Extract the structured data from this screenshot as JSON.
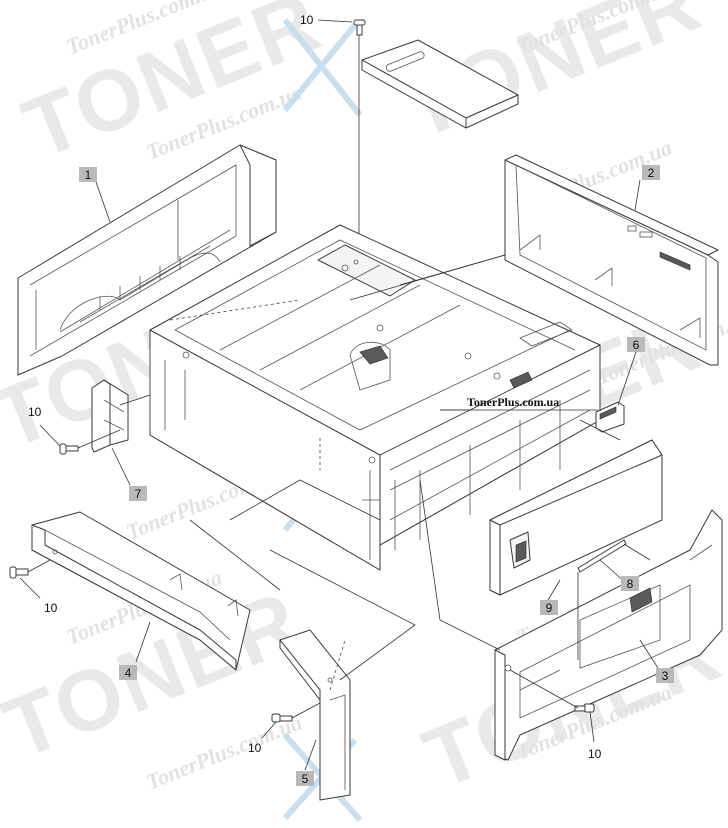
{
  "watermark": {
    "big": "TONER",
    "small": "TonerPlus.com.ua"
  },
  "brand_label": "TonerPlus.com.ua",
  "callouts": [
    {
      "id": "c1",
      "label": "1"
    },
    {
      "id": "c2",
      "label": "2"
    },
    {
      "id": "c3",
      "label": "3"
    },
    {
      "id": "c4",
      "label": "4"
    },
    {
      "id": "c5",
      "label": "5"
    },
    {
      "id": "c6",
      "label": "6"
    },
    {
      "id": "c7",
      "label": "7"
    },
    {
      "id": "c8",
      "label": "8"
    },
    {
      "id": "c9",
      "label": "9"
    }
  ],
  "screw_labels": [
    "10",
    "10",
    "10",
    "10",
    "10"
  ]
}
